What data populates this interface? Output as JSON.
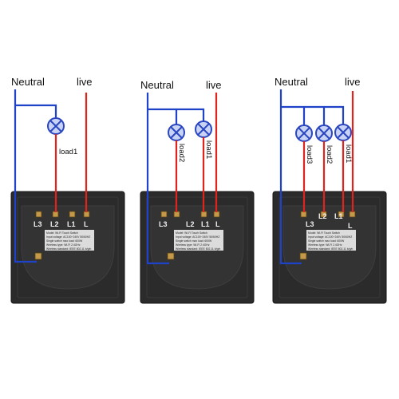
{
  "colors": {
    "neutral_wire": "#1f43c8",
    "live_wire": "#e0231c",
    "panel": "#2b2b2b",
    "lamp": "#2a46c0",
    "lamp_fill": "#c9d3f3"
  },
  "diagrams": [
    {
      "neutral_label": "Neutral",
      "live_label": "live",
      "terminals": [
        "L3",
        "L2",
        "L1",
        "L"
      ],
      "loads": [
        "load1"
      ],
      "spec_lines": [
        "Model: Wi-Fi Touch Switch",
        "Input voltage: AC100~240V 50/60HZ",
        "Single switch max load: 600W",
        "Wireless type: Wi-Fi 2.4GHz",
        "Wireless standard: IEEE 802.11 b/g/n"
      ]
    },
    {
      "neutral_label": "Neutral",
      "live_label": "live",
      "terminals": [
        "L3",
        "L2",
        "L1",
        "L"
      ],
      "loads": [
        "load2",
        "load1"
      ],
      "spec_lines": [
        "Model: Wi-Fi Touch Switch",
        "Input voltage: AC100~240V 50/60HZ",
        "Single switch max load: 600W",
        "Wireless type: Wi-Fi 2.4GHz",
        "Wireless standard: IEEE 802.11 b/g/n"
      ]
    },
    {
      "neutral_label": "Neutral",
      "live_label": "live",
      "terminals": [
        "L3",
        "L2",
        "L1",
        "L"
      ],
      "loads": [
        "load3",
        "load2",
        "load1"
      ],
      "spec_lines": [
        "Model: Wi-Fi Touch Switch",
        "Input voltage: AC100~240V 50/60HZ",
        "Single switch max load: 600W",
        "Wireless type: Wi-Fi 2.4GHz",
        "Wireless standard: IEEE 802.11 b/g/n"
      ]
    }
  ]
}
